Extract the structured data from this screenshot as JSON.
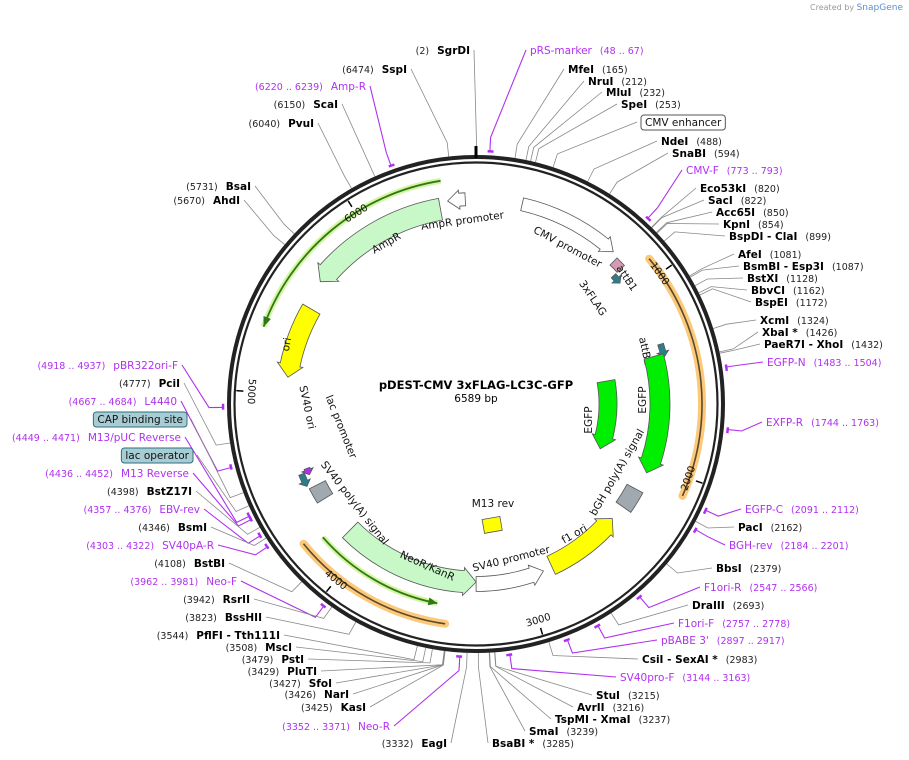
{
  "credit": {
    "prefix": "Created by",
    "brand": "SnapGene"
  },
  "plasmid": {
    "name": "pDEST-CMV 3xFLAG-LC3C-GFP",
    "length_text": "6589 bp",
    "length_bp": 6589
  },
  "ticks": [
    "1000",
    "2000",
    "3000",
    "4000",
    "5000",
    "6000"
  ],
  "colors": {
    "primer": "#b030f0",
    "orf_glow": "#fcc97a",
    "yellow": "#ffff00",
    "green": "#00ee00",
    "light_green": "#c8f8c8",
    "teal": "#2e7d8c",
    "box": "#a8ccd4"
  },
  "features": [
    {
      "name": "AmpR promoter",
      "start": 6443,
      "end": 6534,
      "dir": "ccw",
      "color": "#ffffff"
    },
    {
      "name": "AmpR",
      "start": 5640,
      "end": 6400,
      "dir": "ccw",
      "color": "#c8f8c8"
    },
    {
      "name": "ori",
      "start": 5090,
      "end": 5490,
      "dir": "ccw",
      "color": "#ffff00"
    },
    {
      "name": "CMV promoter",
      "start": 238,
      "end": 769,
      "dir": "cw",
      "color": "#ffffff"
    },
    {
      "name": "attB1",
      "start": 805,
      "end": 860,
      "dir": "none",
      "color": "#d49ab4"
    },
    {
      "name": "3xFLAG",
      "start": 860,
      "end": 915,
      "dir": "cw",
      "color": "#2e7d8c"
    },
    {
      "name": "attB2",
      "start": 1318,
      "end": 1391,
      "dir": "cw",
      "color": "#2e7d8c"
    },
    {
      "name": "EGFP",
      "start": 1373,
      "end": 2050,
      "dir": "cw",
      "color": "#00ee00"
    },
    {
      "name": "EGFP",
      "start": 1465,
      "end": 2010,
      "dir": "cw",
      "color": "#00ee00"
    },
    {
      "name": "bGH poly(A) signal",
      "start": 2160,
      "end": 2288,
      "dir": "none",
      "color": "#a0a8b0"
    },
    {
      "name": "f1 ori",
      "start": 2380,
      "end": 2837,
      "dir": "ccw",
      "color": "#ffff00"
    },
    {
      "name": "SV40 promoter",
      "start": 2892,
      "end": 3294,
      "dir": "ccw",
      "color": "#ffffff"
    },
    {
      "name": "NeoR/KanR",
      "start": 3294,
      "end": 4118,
      "dir": "ccw",
      "color": "#c8f8c8"
    },
    {
      "name": "SV40 poly(A) signal",
      "start": 4356,
      "end": 4448,
      "dir": "none",
      "color": "#a0a8b0"
    },
    {
      "name": "M13 rev",
      "start": 4520,
      "end": 4560,
      "dir": "ccw",
      "color": "#b030f0"
    },
    {
      "name": "lac promoter",
      "start": 4466,
      "end": 4540,
      "dir": "ccw",
      "color": "#2e7d8c"
    },
    {
      "name": "SV40 ori",
      "start": 3125,
      "end": 3185,
      "dir": "none",
      "color": "#ffff00"
    }
  ],
  "labels": [
    {
      "type": "primer",
      "name": "pRS-marker",
      "start": 48,
      "end": 67
    },
    {
      "type": "enzyme",
      "name": "MfeI",
      "pos": 165
    },
    {
      "type": "enzyme",
      "name": "NruI",
      "pos": 212
    },
    {
      "type": "enzyme",
      "name": "MluI",
      "pos": 232
    },
    {
      "type": "enzyme",
      "name": "SpeI",
      "pos": 253
    },
    {
      "type": "box",
      "name": "CMV enhancer"
    },
    {
      "type": "enzyme",
      "name": "NdeI",
      "pos": 488
    },
    {
      "type": "enzyme",
      "name": "SnaBI",
      "pos": 594
    },
    {
      "type": "primer",
      "name": "CMV-F",
      "start": 773,
      "end": 793
    },
    {
      "type": "enzyme",
      "name": "Eco53kI",
      "pos": 820
    },
    {
      "type": "enzyme",
      "name": "SacI",
      "pos": 822
    },
    {
      "type": "enzyme",
      "name": "Acc65I",
      "pos": 850
    },
    {
      "type": "enzyme",
      "name": "KpnI",
      "pos": 854
    },
    {
      "type": "enzyme",
      "name": "BspDI   - ClaI",
      "pos": 899
    },
    {
      "type": "enzyme",
      "name": "AfeI",
      "pos": 1081
    },
    {
      "type": "enzyme",
      "name": "BsmBI   - Esp3I",
      "pos": 1087
    },
    {
      "type": "enzyme",
      "name": "BstXI",
      "pos": 1128
    },
    {
      "type": "enzyme",
      "name": "BbvCI",
      "pos": 1162
    },
    {
      "type": "enzyme",
      "name": "BspEI",
      "pos": 1172
    },
    {
      "type": "enzyme",
      "name": "XcmI",
      "pos": 1324
    },
    {
      "type": "enzyme",
      "name": "XbaI *",
      "pos": 1426
    },
    {
      "type": "enzyme",
      "name": "PaeR7I   - XhoI",
      "pos": 1432
    },
    {
      "type": "primer",
      "name": "EGFP-N",
      "start": 1483,
      "end": 1504
    },
    {
      "type": "primer",
      "name": "EXFP-R",
      "start": 1744,
      "end": 1763
    },
    {
      "type": "primer",
      "name": "EGFP-C",
      "start": 2091,
      "end": 2112
    },
    {
      "type": "enzyme",
      "name": "PacI",
      "pos": 2162
    },
    {
      "type": "primer",
      "name": "BGH-rev",
      "start": 2184,
      "end": 2201
    },
    {
      "type": "enzyme",
      "name": "BbsI",
      "pos": 2379
    },
    {
      "type": "primer",
      "name": "F1ori-R",
      "start": 2547,
      "end": 2566
    },
    {
      "type": "enzyme",
      "name": "DraIII",
      "pos": 2693
    },
    {
      "type": "primer",
      "name": "F1ori-F",
      "start": 2757,
      "end": 2778
    },
    {
      "type": "primer",
      "name": "pBABE 3'",
      "start": 2897,
      "end": 2917
    },
    {
      "type": "enzyme",
      "name": "CsiI   - SexAI *",
      "pos": 2983
    },
    {
      "type": "primer",
      "name": "SV40pro-F",
      "start": 3144,
      "end": 3163
    },
    {
      "type": "enzyme",
      "name": "StuI",
      "pos": 3215
    },
    {
      "type": "enzyme",
      "name": "AvrII",
      "pos": 3216
    },
    {
      "type": "enzyme",
      "name": "TspMI   - XmaI",
      "pos": 3237
    },
    {
      "type": "enzyme",
      "name": "SmaI",
      "pos": 3239
    },
    {
      "type": "enzyme",
      "name": "BsaBI *",
      "pos": 3285
    },
    {
      "type": "enzyme",
      "name": "SgrDI",
      "pos": 2
    },
    {
      "type": "enzyme",
      "name": "SspI",
      "pos": 6474
    },
    {
      "type": "primer",
      "name": "Amp-R",
      "start": 6220,
      "end": 6239
    },
    {
      "type": "enzyme",
      "name": "ScaI",
      "pos": 6150
    },
    {
      "type": "enzyme",
      "name": "PvuI",
      "pos": 6040
    },
    {
      "type": "enzyme",
      "name": "BsaI",
      "pos": 5731
    },
    {
      "type": "enzyme",
      "name": "AhdI",
      "pos": 5670
    },
    {
      "type": "primer",
      "name": "pBR322ori-F",
      "start": 4918,
      "end": 4937
    },
    {
      "type": "enzyme",
      "name": "PciI",
      "pos": 4777
    },
    {
      "type": "primer",
      "name": "L4440",
      "start": 4667,
      "end": 4684
    },
    {
      "type": "box",
      "name": "CAP binding site"
    },
    {
      "type": "primer",
      "name": "M13/pUC Reverse",
      "start": 4449,
      "end": 4471
    },
    {
      "type": "box",
      "name": "lac operator"
    },
    {
      "type": "primer",
      "name": "M13 Reverse",
      "start": 4436,
      "end": 4452
    },
    {
      "type": "enzyme",
      "name": "BstZ17I",
      "pos": 4398
    },
    {
      "type": "primer",
      "name": "EBV-rev",
      "start": 4357,
      "end": 4376
    },
    {
      "type": "enzyme",
      "name": "BsmI",
      "pos": 4346
    },
    {
      "type": "primer",
      "name": "SV40pA-R",
      "start": 4303,
      "end": 4322
    },
    {
      "type": "enzyme",
      "name": "BstBI",
      "pos": 4108
    },
    {
      "type": "primer",
      "name": "Neo-F",
      "start": 3962,
      "end": 3981
    },
    {
      "type": "enzyme",
      "name": "RsrII",
      "pos": 3942
    },
    {
      "type": "enzyme",
      "name": "BssHII",
      "pos": 3823
    },
    {
      "type": "enzyme",
      "name": "PflFI   - Tth111I",
      "pos": 3544
    },
    {
      "type": "enzyme",
      "name": "MscI",
      "pos": 3508
    },
    {
      "type": "enzyme",
      "name": "PstI",
      "pos": 3479
    },
    {
      "type": "enzyme",
      "name": "PluTI",
      "pos": 3429
    },
    {
      "type": "enzyme",
      "name": "SfoI",
      "pos": 3427
    },
    {
      "type": "enzyme",
      "name": "NarI",
      "pos": 3426
    },
    {
      "type": "enzyme",
      "name": "KasI",
      "pos": 3425
    },
    {
      "type": "primer",
      "name": "Neo-R",
      "start": 3352,
      "end": 3371
    },
    {
      "type": "enzyme",
      "name": "EagI",
      "pos": 3332
    }
  ]
}
